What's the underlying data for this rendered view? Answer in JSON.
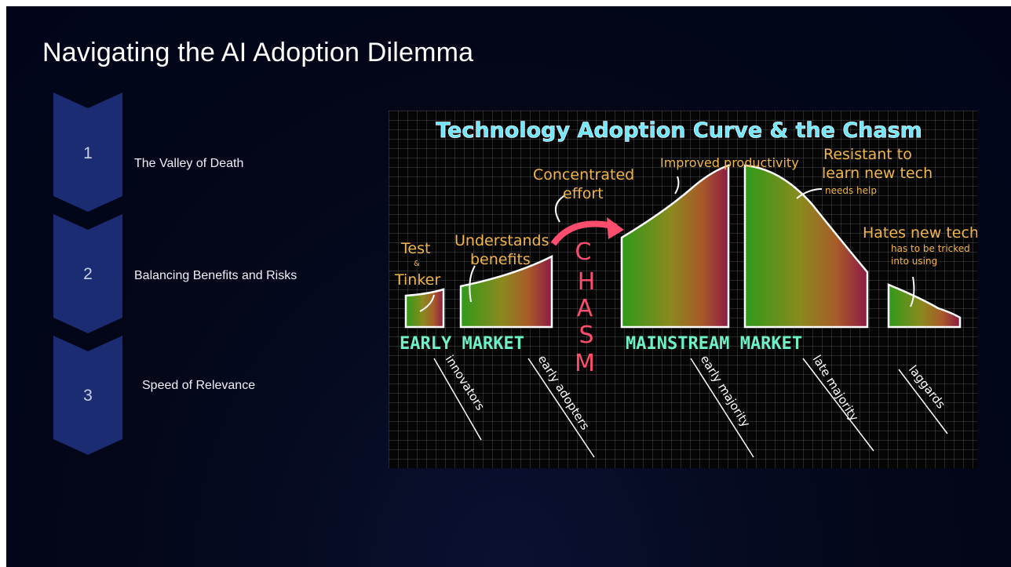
{
  "title": "Navigating the AI Adoption Dilemma",
  "steps": [
    {
      "number": "1",
      "label": "The Valley of Death"
    },
    {
      "number": "2",
      "label": "Balancing Benefits and Risks"
    },
    {
      "number": "3",
      "label": "Speed of Relevance"
    }
  ],
  "colors": {
    "chevron": "#1c2c72",
    "background": "#030718",
    "diagram_title": "#6fe7ff",
    "annotation": "#f2b54a",
    "market_label": "#6ef0c8",
    "chasm_arrow": "#ff4d6d"
  },
  "diagram": {
    "title": "Technology Adoption Curve & the Chasm",
    "annotations": {
      "test": "Test",
      "amp": "&",
      "tinker": "Tinker",
      "understands": "Understands",
      "benefits": "benefits",
      "concentrated": "Concentrated",
      "effort": "effort",
      "improved": "Improved productivity",
      "resistant": "Resistant to",
      "learn": "learn new tech",
      "needs_help": "needs help",
      "hates": "Hates new tech",
      "tricked1": "has to be tricked",
      "tricked2": "into using"
    },
    "chasm_letters": [
      "C",
      "H",
      "A",
      "S",
      "M"
    ],
    "early_market": "EARLY MARKET",
    "mainstream_market": "MAINSTREAM MARKET",
    "segments": [
      "innovators",
      "early adopters",
      "early majority",
      "late majority",
      "laggards"
    ]
  }
}
